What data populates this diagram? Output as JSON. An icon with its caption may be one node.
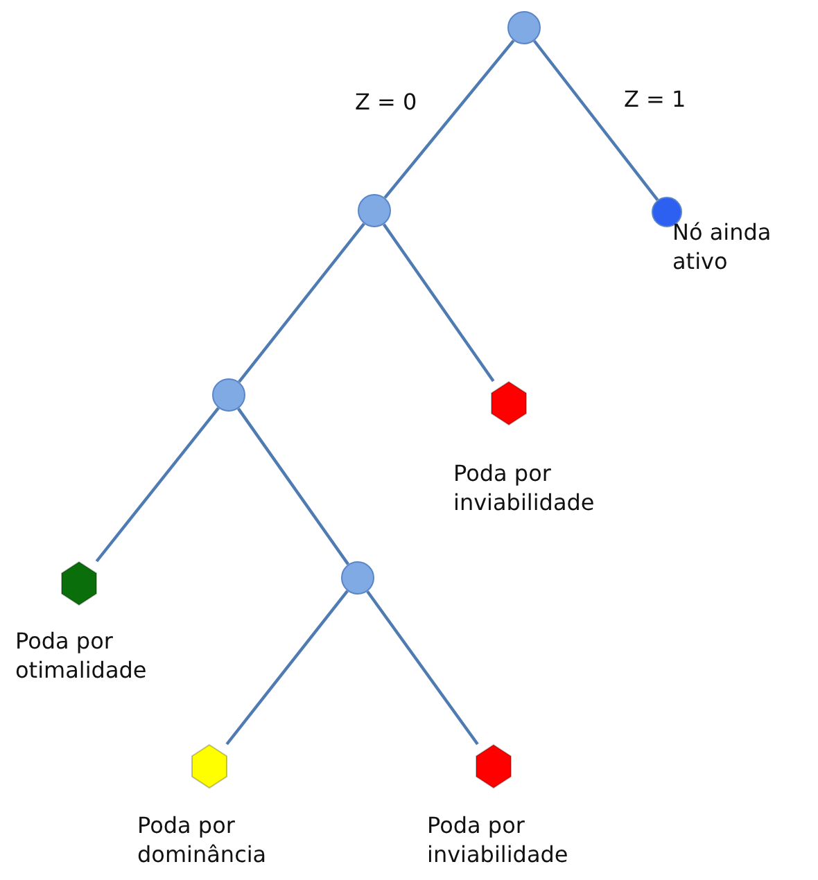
{
  "diagram": {
    "nodes": [
      {
        "text": [],
        "shape": "circle"
      },
      {
        "text": [],
        "shape": "circle"
      },
      {
        "text": [],
        "shape": "circle",
        "beside": [
          "Nó ainda ativo"
        ]
      },
      {
        "text": [],
        "shape": "circle"
      },
      {
        "text": [],
        "shape": "hexagon",
        "beside": [
          "Poda por inviabilidade"
        ]
      },
      {
        "text": [],
        "shape": "hexagon",
        "beside": [
          "Poda por otimalidade"
        ]
      },
      {
        "text": [],
        "shape": "circle"
      },
      {
        "text": [],
        "shape": "hexagon",
        "beside": [
          "Poda por dominância"
        ]
      },
      {
        "text": [],
        "shape": "hexagon",
        "beside": [
          "Poda por inviabilidade"
        ]
      }
    ],
    "edges": [
      {
        "from": 0,
        "to": 1,
        "arrow": "none",
        "label": "Z = 0"
      },
      {
        "from": 0,
        "to": 2,
        "arrow": "none",
        "label": "Z = 1"
      },
      {
        "from": 1,
        "to": 3,
        "arrow": "none"
      },
      {
        "from": 1,
        "to": 4,
        "arrow": "none"
      },
      {
        "from": 3,
        "to": 5,
        "arrow": "none"
      },
      {
        "from": 3,
        "to": 6,
        "arrow": "none"
      },
      {
        "from": 6,
        "to": 7,
        "arrow": "none"
      },
      {
        "from": 6,
        "to": 8,
        "arrow": "none"
      }
    ]
  }
}
